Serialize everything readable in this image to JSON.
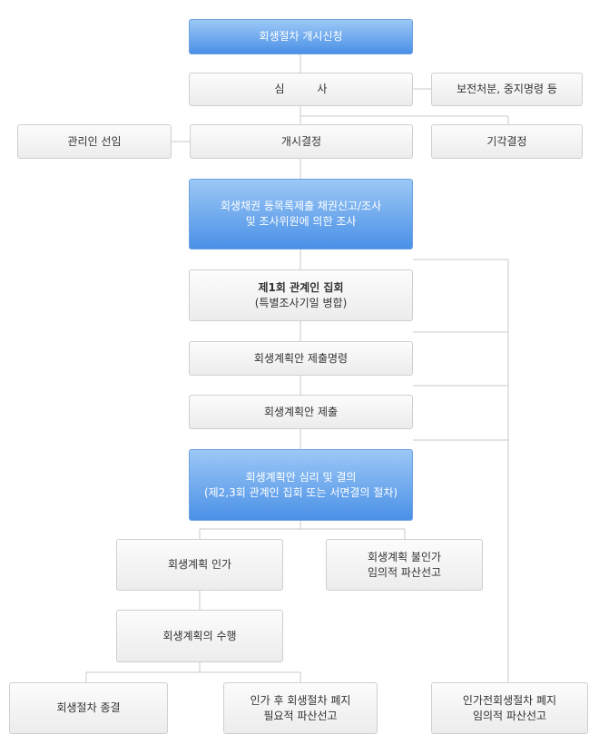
{
  "colors": {
    "primary_fill": "#4a90e6",
    "box_fill": "#ececec",
    "connector": "#c8c8c8"
  },
  "nodes": {
    "start": "회생절차 개시신청",
    "review": "심 사",
    "preservation": "보전처분, 중지명령 등",
    "manager": "관리인 선임",
    "commencement": "개시결정",
    "dismissal": "기각결정",
    "claims": {
      "line1": "회생채권 등목록제출 채권신고/조사",
      "line2": "및 조사위원에 의한 조사"
    },
    "meeting1": {
      "line1": "제1회 관계인 집회",
      "line2": "(특별조사기일 병합)"
    },
    "plan_order": "회생계획안 제출명령",
    "plan_submit": "회생계획안 제출",
    "plan_review": {
      "line1": "회생계획안 심리 및 결의",
      "line2": "(제2,3회 관계인 집회 또는 서면결의 절차)"
    },
    "approval": "회생계획 인가",
    "disapproval": {
      "line1": "회생계획 불인가",
      "line2": "임의적 파산선고"
    },
    "execution": "회생계획의 수행",
    "termination": "회생절차 종결",
    "post_abolition": {
      "line1": "인가 후 회생절차 폐지",
      "line2": "필요적 파산선고"
    },
    "pre_abolition": {
      "line1": "인가전회생절차 폐지",
      "line2": "임의적 파산선고"
    }
  }
}
